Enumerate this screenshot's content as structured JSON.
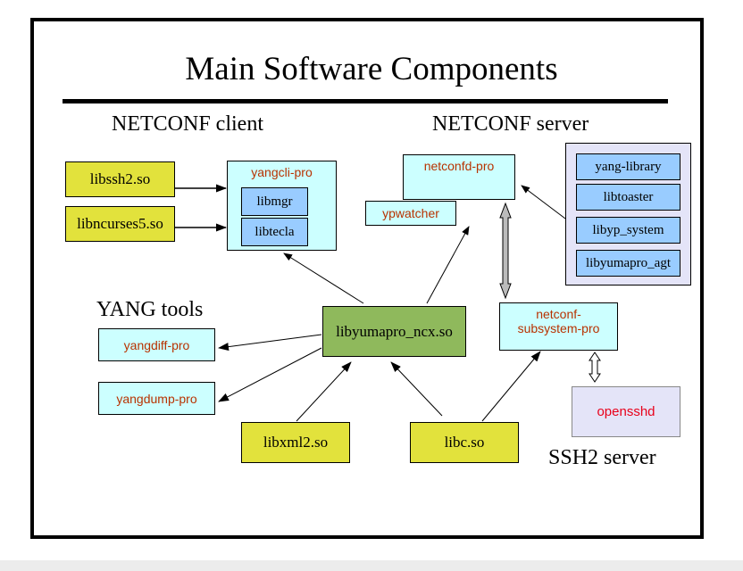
{
  "title": "Main Software Components",
  "sections": {
    "client": "NETCONF client",
    "server": "NETCONF server",
    "yang_tools": "YANG tools",
    "ssh2_server": "SSH2 server"
  },
  "nodes": {
    "libssh2": "libssh2.so",
    "libncurses": "libncurses5.so",
    "yangcli": "yangcli-pro",
    "libmgr": "libmgr",
    "libtecla": "libtecla",
    "netconfd": "netconfd-pro",
    "ypwatcher": "ypwatcher",
    "yang_library": "yang-library",
    "libtoaster": "libtoaster",
    "libyp_system": "libyp_system",
    "libyumapro_agt": "libyumapro_agt",
    "libyumapro_ncx": "libyumapro_ncx.so",
    "yangdiff": "yangdiff-pro",
    "yangdump": "yangdump-pro",
    "netconf_subsystem": "netconf-\nsubsystem-pro",
    "openssh": "opensshd",
    "libxml2": "libxml2.so",
    "libc": "libc.so"
  },
  "colors": {
    "library": "#e2e23c",
    "core_library": "#8fb95c",
    "program": "#ccffff",
    "module": "#99ccff",
    "server_group": "#e4e4f8"
  }
}
